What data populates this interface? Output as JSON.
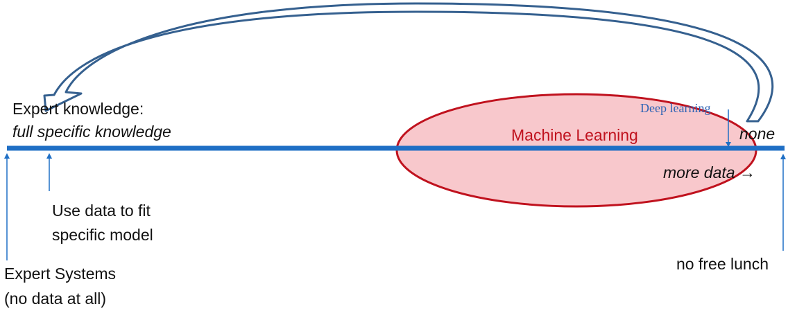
{
  "labels": {
    "expert_knowledge": "Expert knowledge:",
    "full_specific_knowledge": "full specific knowledge",
    "none": "none",
    "machine_learning": "Machine Learning",
    "deep_learning": "Deep learning",
    "more_data": "more data →",
    "use_data_line1": "Use data to fit",
    "use_data_line2": "specific model",
    "expert_systems_line1": "Expert Systems",
    "expert_systems_line2": "(no data at all)",
    "no_free_lunch": "no free lunch"
  },
  "colors": {
    "axis": "#1f6fc5",
    "ellipse_fill": "#f8c8cc",
    "ellipse_stroke": "#c0121e",
    "ml_text": "#c0121e",
    "arrow_stroke": "#35608f",
    "deep_learning_text": "#2e63b5",
    "text": "#111111"
  }
}
